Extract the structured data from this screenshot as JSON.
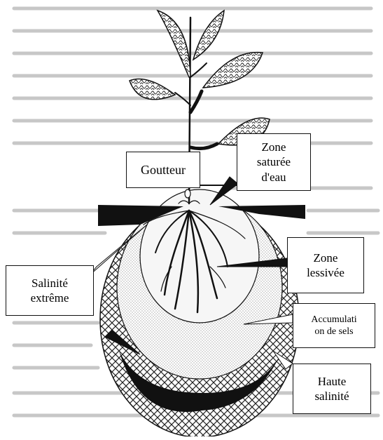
{
  "labels": {
    "goutteur": "Goutteur",
    "zone_saturee": "Zone\nsaturée\nd'eau",
    "zone_lessivee": "Zone\nlessivée",
    "salinite_extreme": "Salinité\nextrême",
    "accumulation": "Accumulati\non de sels",
    "haute_salinite": "Haute\nsalinité"
  },
  "colors": {
    "ink": "#111111",
    "background_text_noise": "#8a8a8a",
    "stipple_zone": "#cfcfcf",
    "hatch_zone": "#222222",
    "band_dark": "#111111"
  }
}
